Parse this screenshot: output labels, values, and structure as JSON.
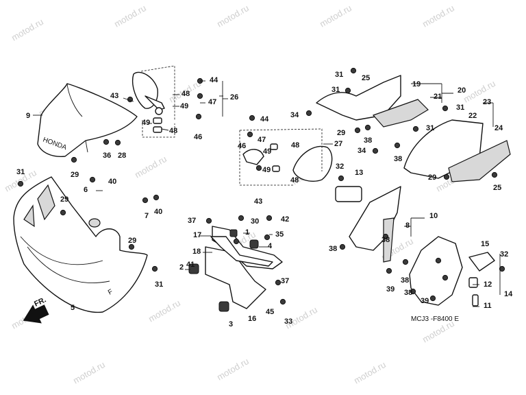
{
  "watermark": "motod.ru",
  "diagram_code": "MCJ3 -F8400 E",
  "front_label": "FR.",
  "windscreen_logo": "HONDA",
  "callouts": [
    "1",
    "2",
    "3",
    "4",
    "5",
    "6",
    "7",
    "8",
    "9",
    "10",
    "11",
    "12",
    "13",
    "14",
    "15",
    "16",
    "17",
    "18",
    "19",
    "20",
    "21",
    "22",
    "23",
    "24",
    "25",
    "26",
    "27",
    "28",
    "29",
    "30",
    "31",
    "32",
    "33",
    "34",
    "35",
    "36",
    "37",
    "38",
    "39",
    "40",
    "41",
    "42",
    "43",
    "44",
    "45",
    "46",
    "47",
    "48",
    "49"
  ]
}
